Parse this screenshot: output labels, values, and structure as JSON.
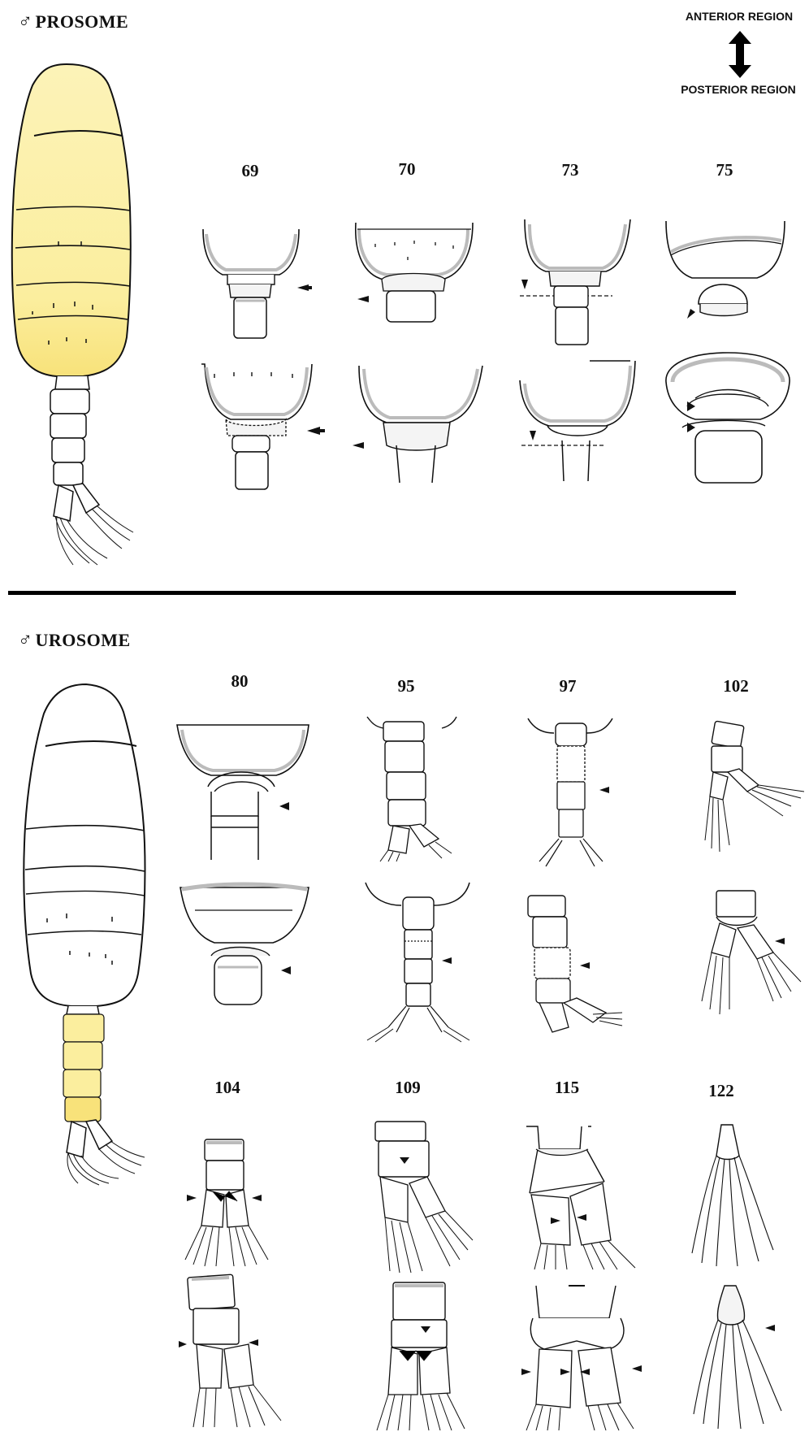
{
  "sections": {
    "prosome": {
      "symbol": "♂",
      "title": "PROSOME"
    },
    "urosome": {
      "symbol": "♂",
      "title": "UROSOME"
    }
  },
  "orientation": {
    "top": "ANTERIOR REGION",
    "bottom": "POSTERIOR REGION"
  },
  "prosome_numbers": [
    "69",
    "70",
    "73",
    "75"
  ],
  "urosome_numbers_row1": [
    "80",
    "95",
    "97",
    "102"
  ],
  "urosome_numbers_row2": [
    "104",
    "109",
    "115",
    "122"
  ],
  "colors": {
    "highlight": "#fbf0ac",
    "highlight_dark": "#f7e27a",
    "line": "#111111",
    "shade": "#bdbdbd",
    "divider": "#000000"
  }
}
